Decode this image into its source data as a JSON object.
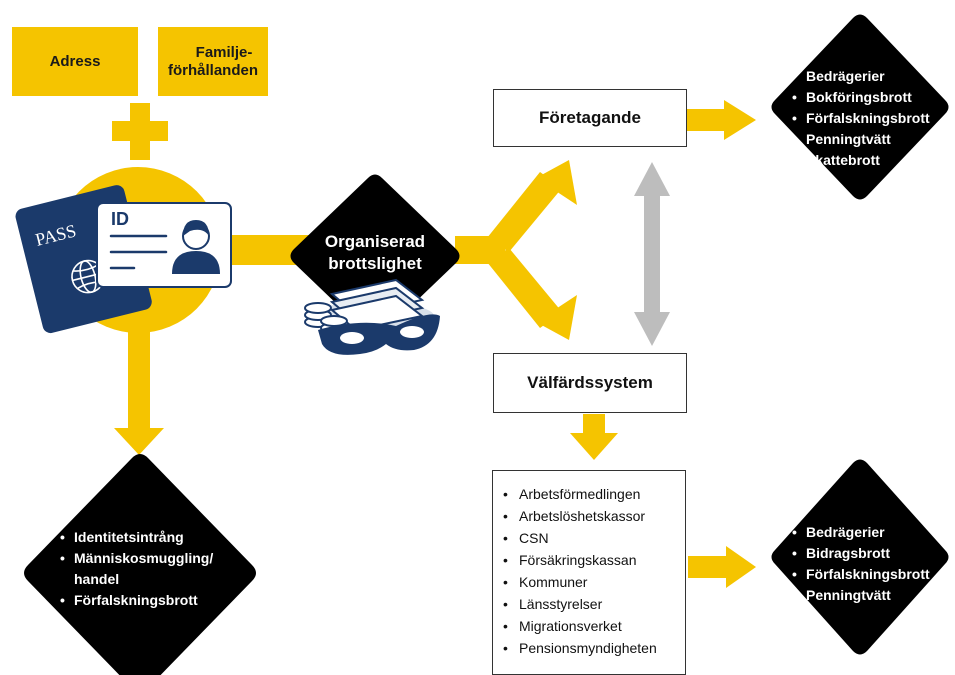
{
  "top_boxes": {
    "address": "Adress",
    "family_line1": "Familje-",
    "family_line2": "förhållanden"
  },
  "id_card": {
    "label": "ID",
    "passport_label": "PASS"
  },
  "center": {
    "line1": "Organiserad",
    "line2": "brottslighet"
  },
  "boxes": {
    "business": "Företagande",
    "welfare": "Välfärdssystem"
  },
  "crimes_identity": [
    "Identitetsintrång",
    "Människosmuggling/",
    "handel",
    "Förfalskningsbrott"
  ],
  "crimes_business": [
    "Bedrägerier",
    "Bokföringsbrott",
    "Förfalskningsbrott",
    "Penningtvätt",
    "Skattebrott"
  ],
  "crimes_welfare": [
    "Bedrägerier",
    "Bidragsbrott",
    "Förfalskningsbrott",
    "Penningtvätt"
  ],
  "agencies": [
    "Arbetsförmedlingen",
    "Arbetslöshetskassor",
    "CSN",
    "Försäkringskassan",
    "Kommuner",
    "Länsstyrelser",
    "Migrationsverket",
    "Pensionsmyndigheten"
  ],
  "colors": {
    "yellow": "#F5C400",
    "navy": "#1B3A6B",
    "black": "#000000",
    "gray": "#BDBDBD"
  }
}
